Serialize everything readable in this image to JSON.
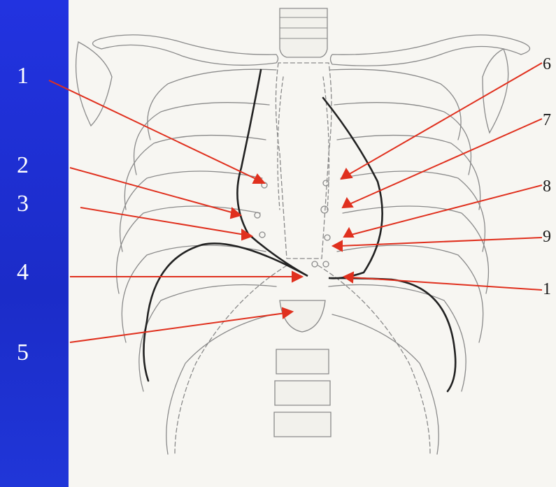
{
  "labels_left": [
    "1",
    "2",
    "3",
    "4",
    "5"
  ],
  "labels_right": [
    "6",
    "7",
    "8",
    "9",
    "1"
  ],
  "colors": {
    "background_blue": "#1e2fd0",
    "paper": "#f7f6f2",
    "arrow": "#e0301e",
    "outline": "#222222",
    "bone_line": "#8a8a8a"
  }
}
